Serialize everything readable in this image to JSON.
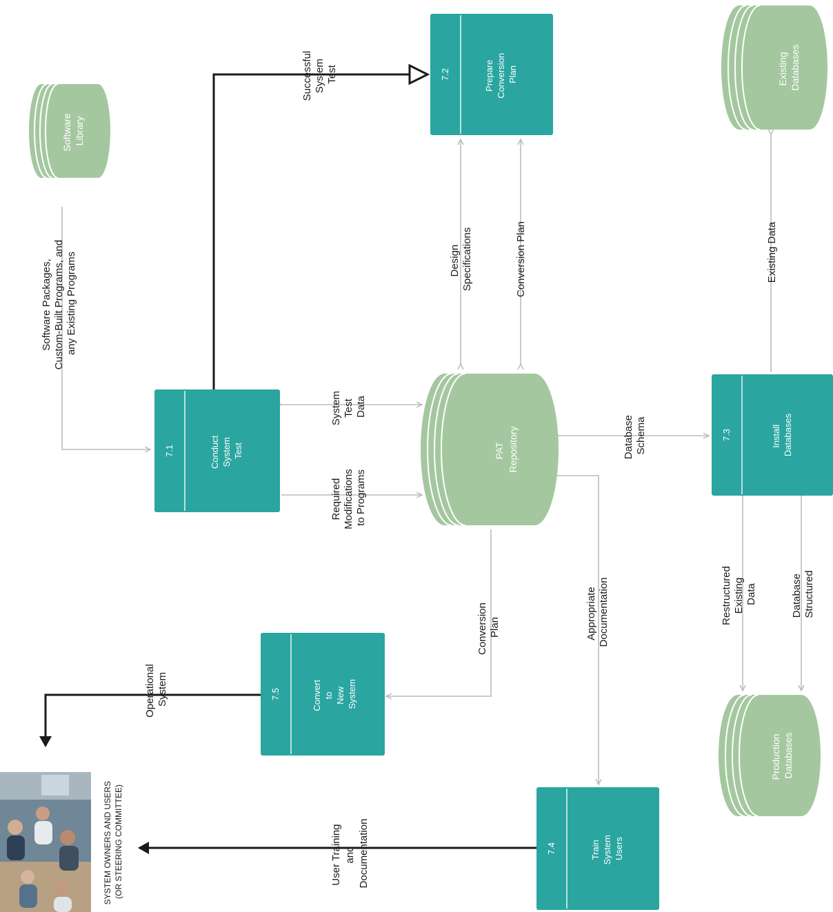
{
  "colors": {
    "process_fill": "#2aa5a0",
    "process_divider": "#e9f6f5",
    "store_fill": "#a4c79f",
    "store_rim": "#ffffff",
    "flow_gray": "#bcbcbc",
    "flow_dark": "#1a1a1a"
  },
  "processes": [
    {
      "id": "7.1",
      "title": [
        "Conduct",
        "System",
        "Test"
      ]
    },
    {
      "id": "7.2",
      "title": [
        "Prepare",
        "Conversion",
        "Plan"
      ]
    },
    {
      "id": "7.3",
      "title": [
        "Install",
        "Databases"
      ]
    },
    {
      "id": "7.4",
      "title": [
        "Train",
        "System",
        "Users"
      ]
    },
    {
      "id": "7.5",
      "title": [
        "Convert",
        "to",
        "New",
        "System"
      ]
    }
  ],
  "stores": {
    "software_library": [
      "Software",
      "Library"
    ],
    "repository": [
      "PAT",
      "Repository"
    ],
    "production_databases": [
      "Production",
      "Databases"
    ],
    "existing_databases": [
      "Existing",
      "Databases"
    ]
  },
  "external": {
    "label_lines": [
      "SYSTEM OWNERS AND USERS",
      "(OR STEERING COMMITTEE)"
    ],
    "photo_icon": "people-photo-icon"
  },
  "flows": {
    "software_packages": [
      "Software Packages,",
      "Custom-Built Programs, and",
      "any Existing Programs"
    ],
    "successful_test": [
      "Successful",
      "System",
      "Test"
    ],
    "design_specs": [
      "Design",
      "Specifications"
    ],
    "conversion_plan_top": [
      "Conversion Plan"
    ],
    "system_test_data": [
      "System",
      "Test",
      "Data"
    ],
    "required_mods": [
      "Required",
      "Modifications",
      "to Programs"
    ],
    "database_schema": [
      "Database",
      "Schema"
    ],
    "existing_data": [
      "Existing Data"
    ],
    "operational_system": [
      "Operational",
      "System"
    ],
    "conversion_plan_low": [
      "Conversion",
      "Plan"
    ],
    "appropriate_doc": [
      "Appropriate",
      "Documentation"
    ],
    "restructured_data": [
      "Restructured",
      "Existing",
      "Data"
    ],
    "database_structured": [
      "Database",
      "Structured"
    ],
    "user_training": [
      "User Training",
      "and",
      "Documentation"
    ]
  }
}
